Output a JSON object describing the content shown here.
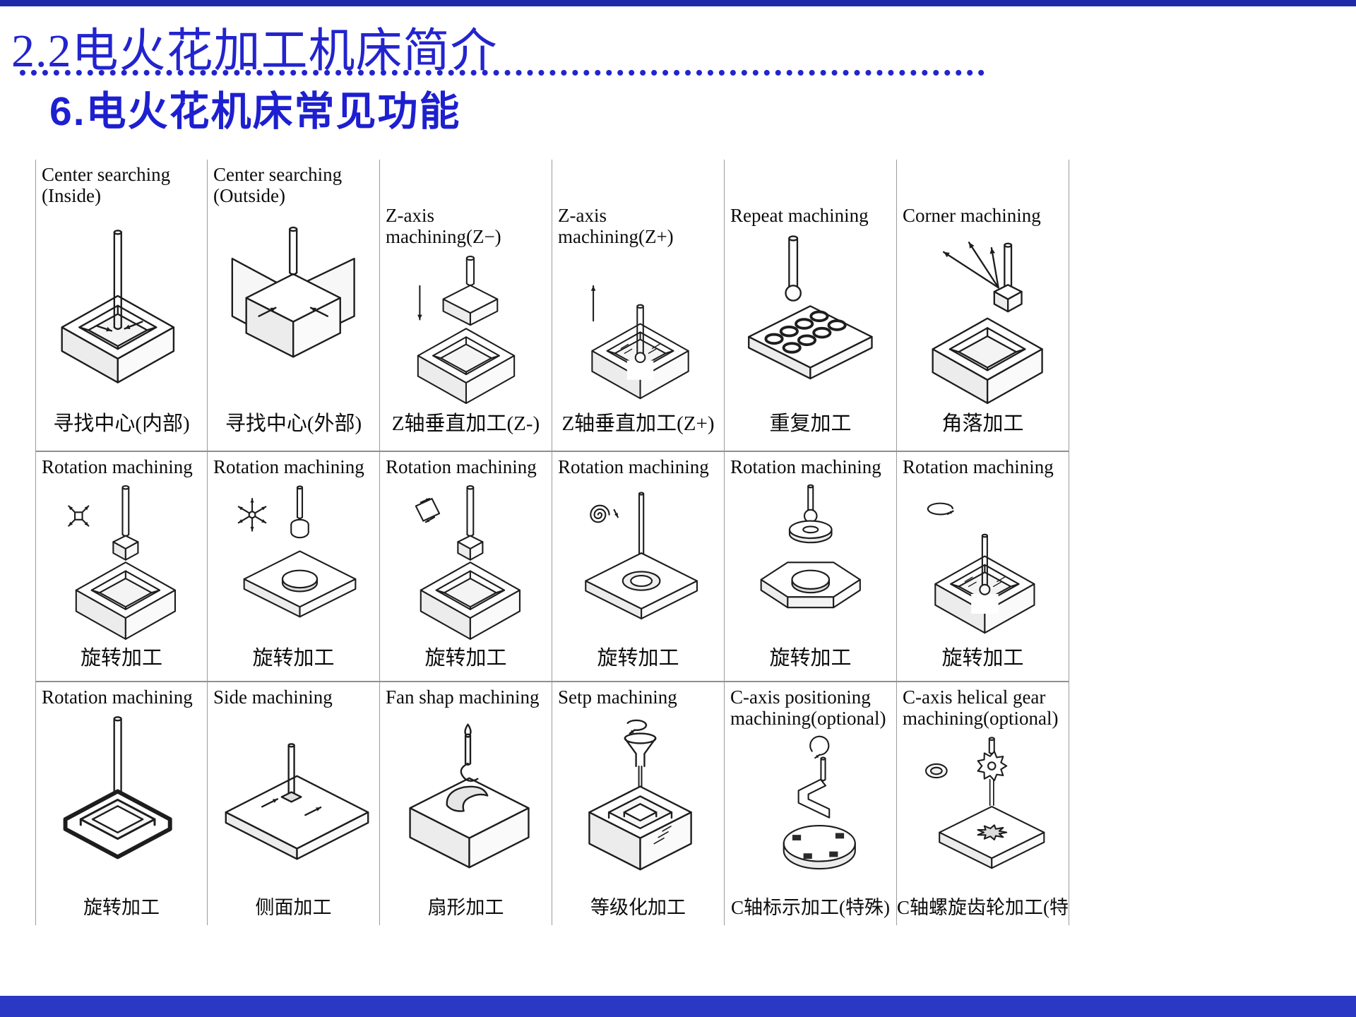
{
  "header": {
    "title": "2.2电火花加工机床简介",
    "subtitle": "6.电火花机床常见功能"
  },
  "colors": {
    "title_blue": "#2324cd",
    "subtitle_blue": "#1d1fd0",
    "top_bar_blue": "#1f2aa8",
    "bottom_bar_blue": "#2a38c4",
    "divider_gray": "#9b9b9b"
  },
  "grid": {
    "cells": [
      {
        "en": "Center searching\n(Inside)",
        "zh": "寻找中心(内部)",
        "icon": "center-searching-inside"
      },
      {
        "en": "Center searching\n(Outside)",
        "zh": "寻找中心(外部)",
        "icon": "center-searching-outside"
      },
      {
        "en": "Z-axis machining(Z−)",
        "zh": "Z轴垂直加工(Z-)",
        "icon": "z-axis-minus"
      },
      {
        "en": "Z-axis machining(Z+)",
        "zh": "Z轴垂直加工(Z+)",
        "icon": "z-axis-plus"
      },
      {
        "en": "Repeat machining",
        "zh": "重复加工",
        "icon": "repeat-machining"
      },
      {
        "en": "Corner machining",
        "zh": "角落加工",
        "icon": "corner-machining"
      },
      {
        "en": "Rotation machining",
        "zh": "旋转加工",
        "icon": "rotation-cross"
      },
      {
        "en": "Rotation machining",
        "zh": "旋转加工",
        "icon": "rotation-star"
      },
      {
        "en": "Rotation machining",
        "zh": "旋转加工",
        "icon": "rotation-plate"
      },
      {
        "en": "Rotation machining",
        "zh": "旋转加工",
        "icon": "rotation-spiral"
      },
      {
        "en": "Rotation machining",
        "zh": "旋转加工",
        "icon": "rotation-disc"
      },
      {
        "en": "Rotation machining",
        "zh": "旋转加工",
        "icon": "rotation-cavity"
      },
      {
        "en": "Rotation machining",
        "zh": "旋转加工",
        "icon": "rotation-hex"
      },
      {
        "en": "Side machining",
        "zh": "侧面加工",
        "icon": "side-machining"
      },
      {
        "en": "Fan shap machining",
        "zh": "扇形加工",
        "icon": "fan-shape"
      },
      {
        "en": "Setp machining",
        "zh": "等级化加工",
        "icon": "step-machining"
      },
      {
        "en": "C-axis positioning\nmachining(optional)",
        "zh": "C轴标示加工(特殊)",
        "icon": "c-axis-positioning"
      },
      {
        "en": "C-axis helical gear\nmachining(optional)",
        "zh": "C轴螺旋齿轮加工(特殊)",
        "icon": "c-axis-helical-gear"
      }
    ]
  }
}
